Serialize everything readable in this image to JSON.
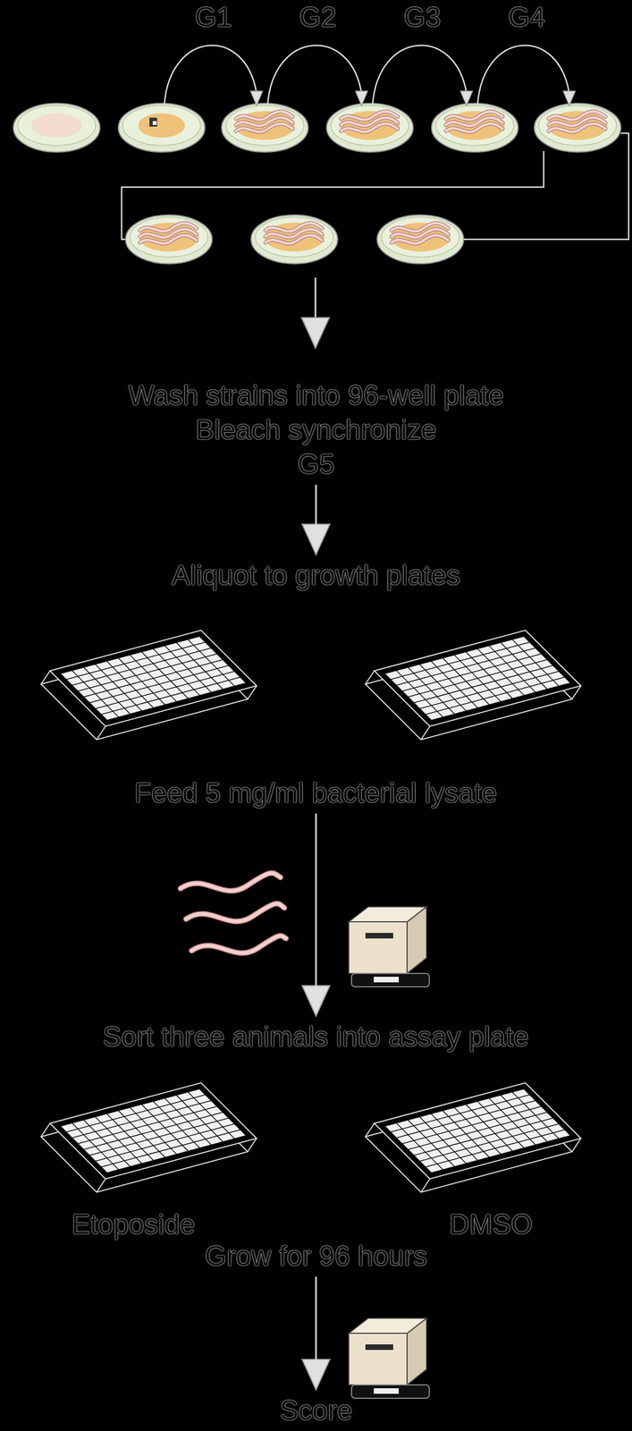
{
  "diagram": {
    "nodes": [
      {
        "text": [
          "Wash strains into 96-well plate",
          "Bleach synchronize",
          "G5"
        ]
      },
      {
        "text": [
          "Aliquot to growth plates"
        ]
      },
      {
        "text": [
          "Feed 5 mg/ml bacterial lysate"
        ]
      },
      {
        "text": [
          "Sort three animals into assay plate"
        ]
      },
      {
        "text": [
          "Grow for 96 hours"
        ]
      },
      {
        "text": [
          "Score"
        ]
      }
    ],
    "edges": [
      {
        "from": 0,
        "to": 1,
        "arrow": "to"
      },
      {
        "from": 2,
        "to": 3,
        "arrow": "to"
      },
      {
        "from": 4,
        "to": 5,
        "arrow": "to"
      }
    ],
    "labels": [
      "G1",
      "G2",
      "G3",
      "G4",
      "Etoposide",
      "DMSO"
    ]
  }
}
